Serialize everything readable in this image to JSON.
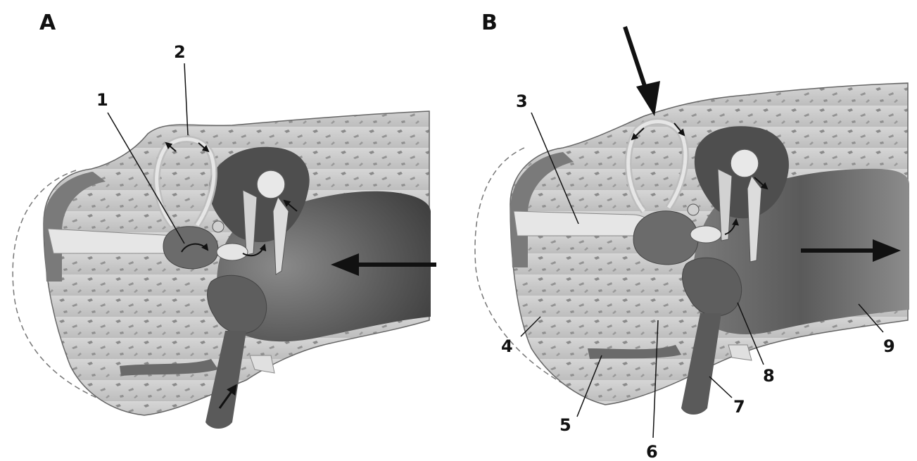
{
  "panels": [
    {
      "id": "A",
      "label": "A"
    },
    {
      "id": "B",
      "label": "B"
    }
  ],
  "callouts": [
    {
      "label": "1"
    },
    {
      "label": "2"
    },
    {
      "label": "3"
    },
    {
      "label": "4"
    },
    {
      "label": "5"
    },
    {
      "label": "6"
    },
    {
      "label": "7"
    },
    {
      "label": "8"
    },
    {
      "label": "9"
    }
  ],
  "colors": {
    "skull_bone": "#c9c9c9",
    "bone_texture": "#8a8a8a",
    "dark_tissue": "#6d6d6d",
    "sinus_dark": "#4a4a4a",
    "light_bone": "#e3e3e3",
    "outline": "#555555",
    "arrow": "#111111"
  },
  "icons": {
    "flow_arrow": "arrow-icon",
    "dashed_outline": "dashed-contour"
  }
}
